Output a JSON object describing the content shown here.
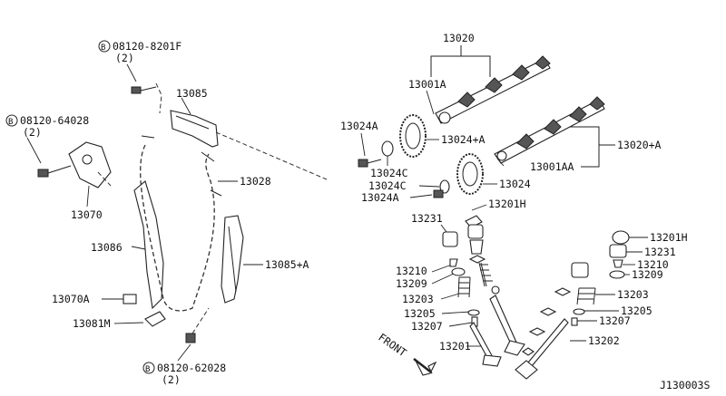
{
  "labels": {
    "bolt_top_code": "08120-8201F",
    "bolt_top_qty": "(2)",
    "bolt_left_code": "08120-64028",
    "bolt_left_qty": "(2)",
    "bolt_bottom_code": "08120-62028",
    "bolt_bottom_qty": "(2)",
    "bolt_symbol": "B",
    "p13085": "13085",
    "p13070": "13070",
    "p13086": "13086",
    "p13028": "13028",
    "p13085A": "13085+A",
    "p13070A": "13070A",
    "p13081M": "13081M",
    "p13020": "13020",
    "p13001A": "13001A",
    "p13024A_top": "13024A",
    "p13024plusA": "13024+A",
    "p13024C_a": "13024C",
    "p13024C_b": "13024C",
    "p13024": "13024",
    "p13024A_bottom": "13024A",
    "p13020plusA": "13020+A",
    "p13001AA": "13001AA",
    "p13201H_left": "13201H",
    "p13231_left": "13231",
    "p13210_left": "13210",
    "p13209_left": "13209",
    "p13203_left": "13203",
    "p13205_left": "13205",
    "p13207_left": "13207",
    "p13201": "13201",
    "p13201H_right": "13201H",
    "p13231_right": "13231",
    "p13210_right": "13210",
    "p13209_right": "13209",
    "p13203_right": "13203",
    "p13205_right": "13205",
    "p13207_right": "13207",
    "p13202": "13202",
    "front": "FRONT",
    "figure_code": "J130003S"
  }
}
